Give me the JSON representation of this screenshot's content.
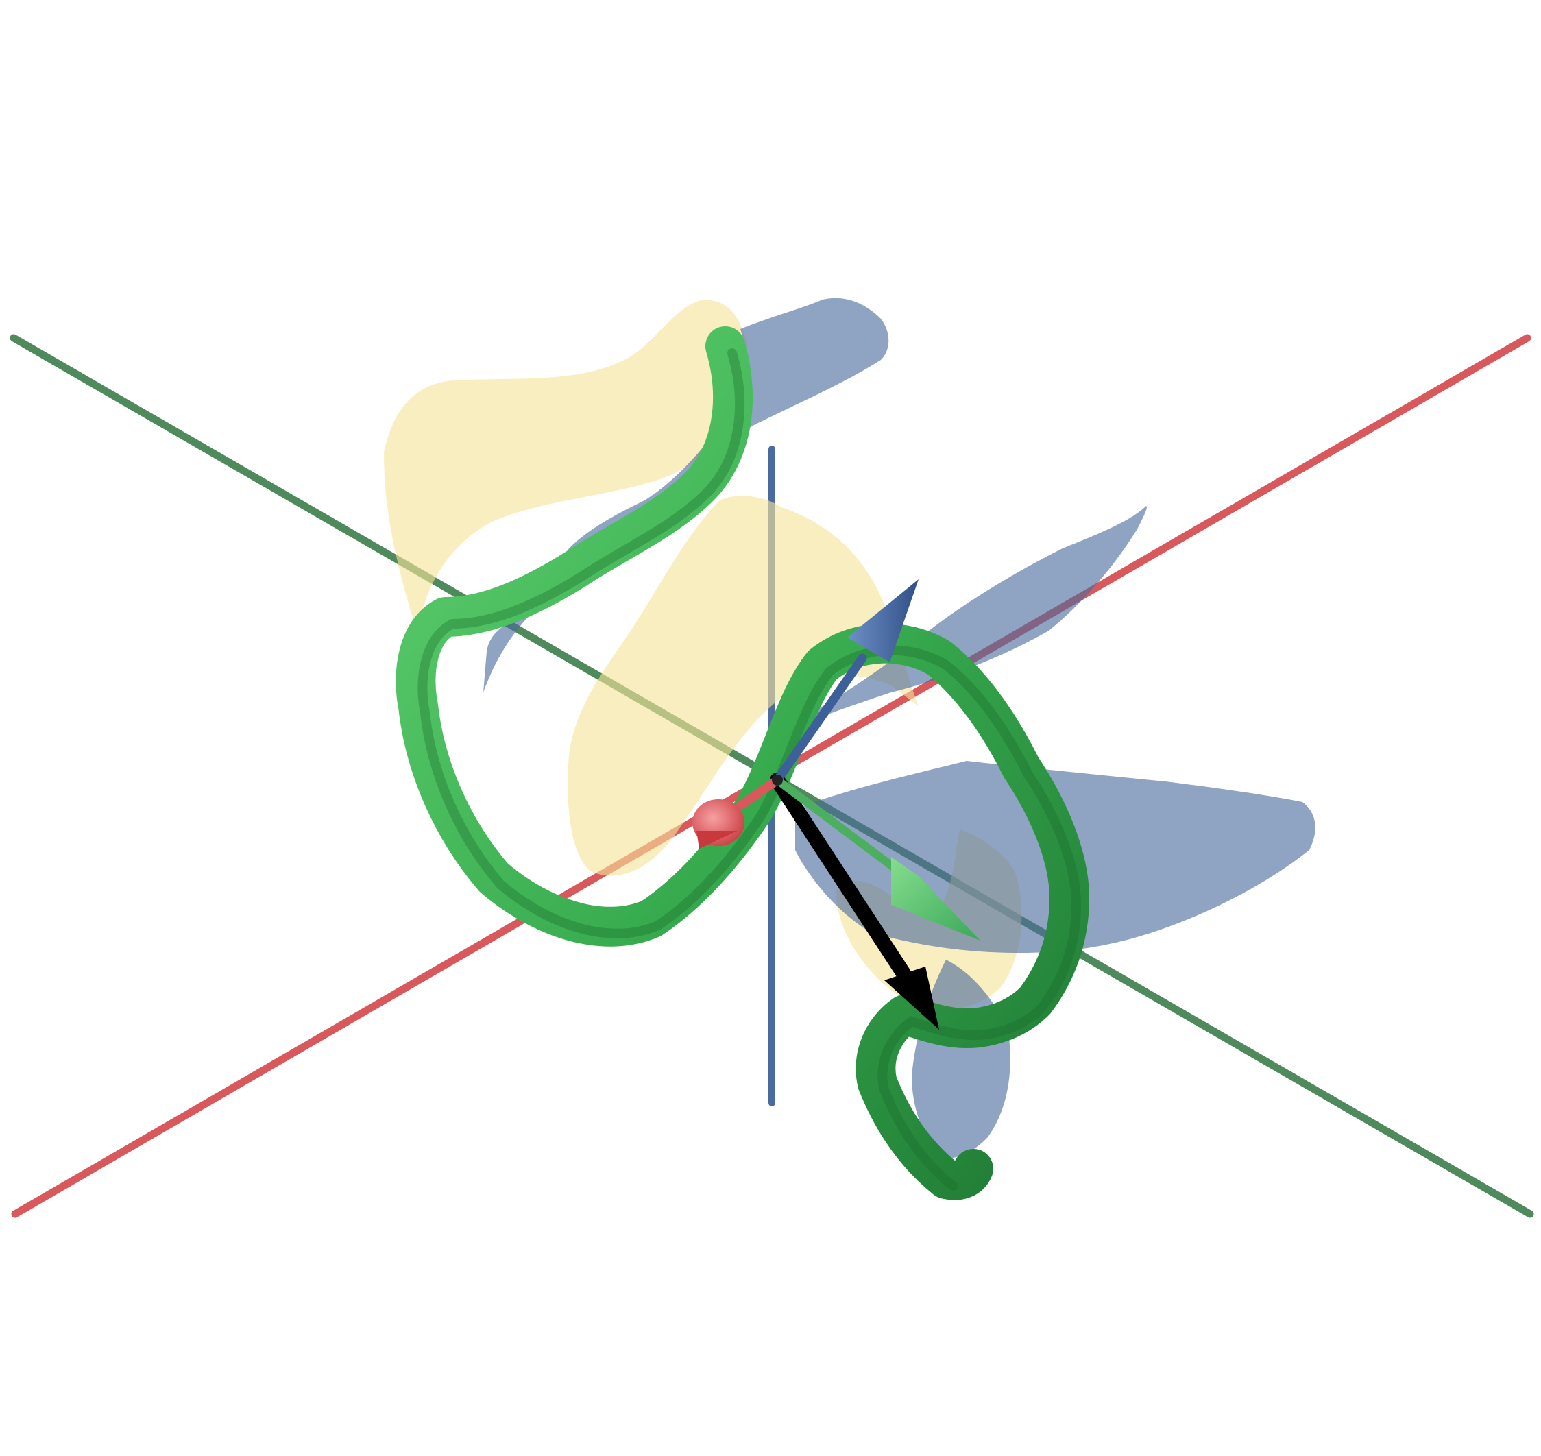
{
  "scene": {
    "description_free": true,
    "colors": {
      "background": "#ffffff",
      "x_axis": "#d9585c",
      "y_axis": "#4f8a5c",
      "z_axis": "#4a6aa0",
      "tube": "#3cae52",
      "tube_dark": "#1f7a34",
      "ribbon_yellow": "#f6e39a",
      "ribbon_blue": "#5b78a8",
      "tangent_arrow": "#e0585c",
      "normal_arrow": "#4a6aa0",
      "binormal_arrow": "#5cc070",
      "position_arrow": "#000000"
    },
    "elements": [
      {
        "name": "x-axis",
        "kind": "axis",
        "color_key": "x_axis"
      },
      {
        "name": "y-axis",
        "kind": "axis",
        "color_key": "y_axis"
      },
      {
        "name": "z-axis",
        "kind": "axis",
        "color_key": "z_axis"
      },
      {
        "name": "space-curve-tube",
        "kind": "curve",
        "color_key": "tube"
      },
      {
        "name": "osculating-ribbon",
        "kind": "surface",
        "color_key": "ribbon_yellow"
      },
      {
        "name": "rectifying-ribbon",
        "kind": "surface",
        "color_key": "ribbon_blue"
      },
      {
        "name": "tangent-arrow",
        "kind": "arrow",
        "color_key": "tangent_arrow"
      },
      {
        "name": "normal-arrow",
        "kind": "arrow",
        "color_key": "normal_arrow"
      },
      {
        "name": "binormal-arrow",
        "kind": "arrow",
        "color_key": "binormal_arrow"
      },
      {
        "name": "position-arrow",
        "kind": "arrow",
        "color_key": "position_arrow"
      }
    ]
  }
}
